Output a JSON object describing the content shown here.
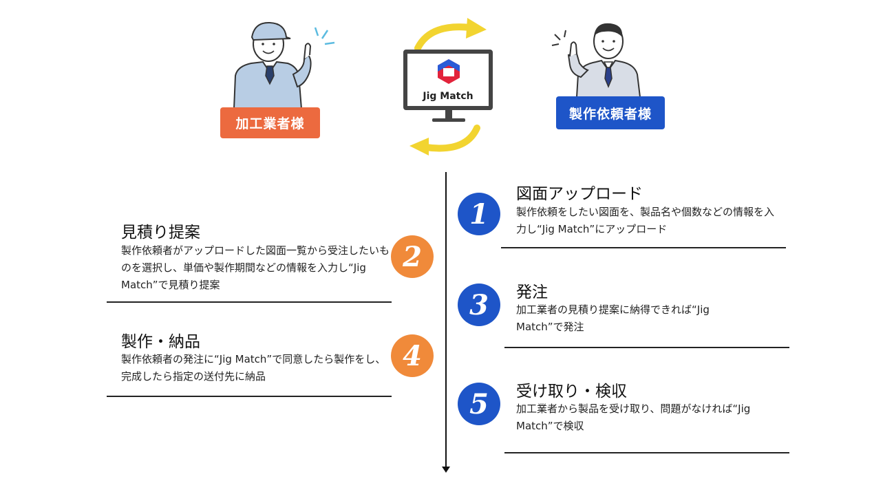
{
  "roles": {
    "processor_label": "加工業者様",
    "requester_label": "製作依頼者様"
  },
  "app": {
    "name": "Jig Match"
  },
  "colors": {
    "processor": "#ec6a3f",
    "requester": "#1e55c8",
    "sync_arrows": "#f2d430",
    "step_blue": "#1e55c8",
    "step_orange": "#f08a3a"
  },
  "steps": [
    {
      "number": "1",
      "title": "図面アップロード",
      "description": "製作依頼をしたい図面を、製品名や個数などの情報を入力し“Jig Match”にアップロード"
    },
    {
      "number": "2",
      "title": "見積り提案",
      "description": "製作依頼者がアップロードした図面一覧から受注したいものを選択し、単価や製作期間などの情報を入力し“Jig Match”で見積り提案"
    },
    {
      "number": "3",
      "title": "発注",
      "description": "加工業者の見積り提案に納得できれば“Jig Match”で発注"
    },
    {
      "number": "4",
      "title": "製作・納品",
      "description": "製作依頼者の発注に“Jig Match”で同意したら製作をし、完成したら指定の送付先に納品"
    },
    {
      "number": "5",
      "title": "受け取り・検収",
      "description": "加工業者から製品を受け取り、問題がなければ“Jig Match”で検収"
    }
  ]
}
